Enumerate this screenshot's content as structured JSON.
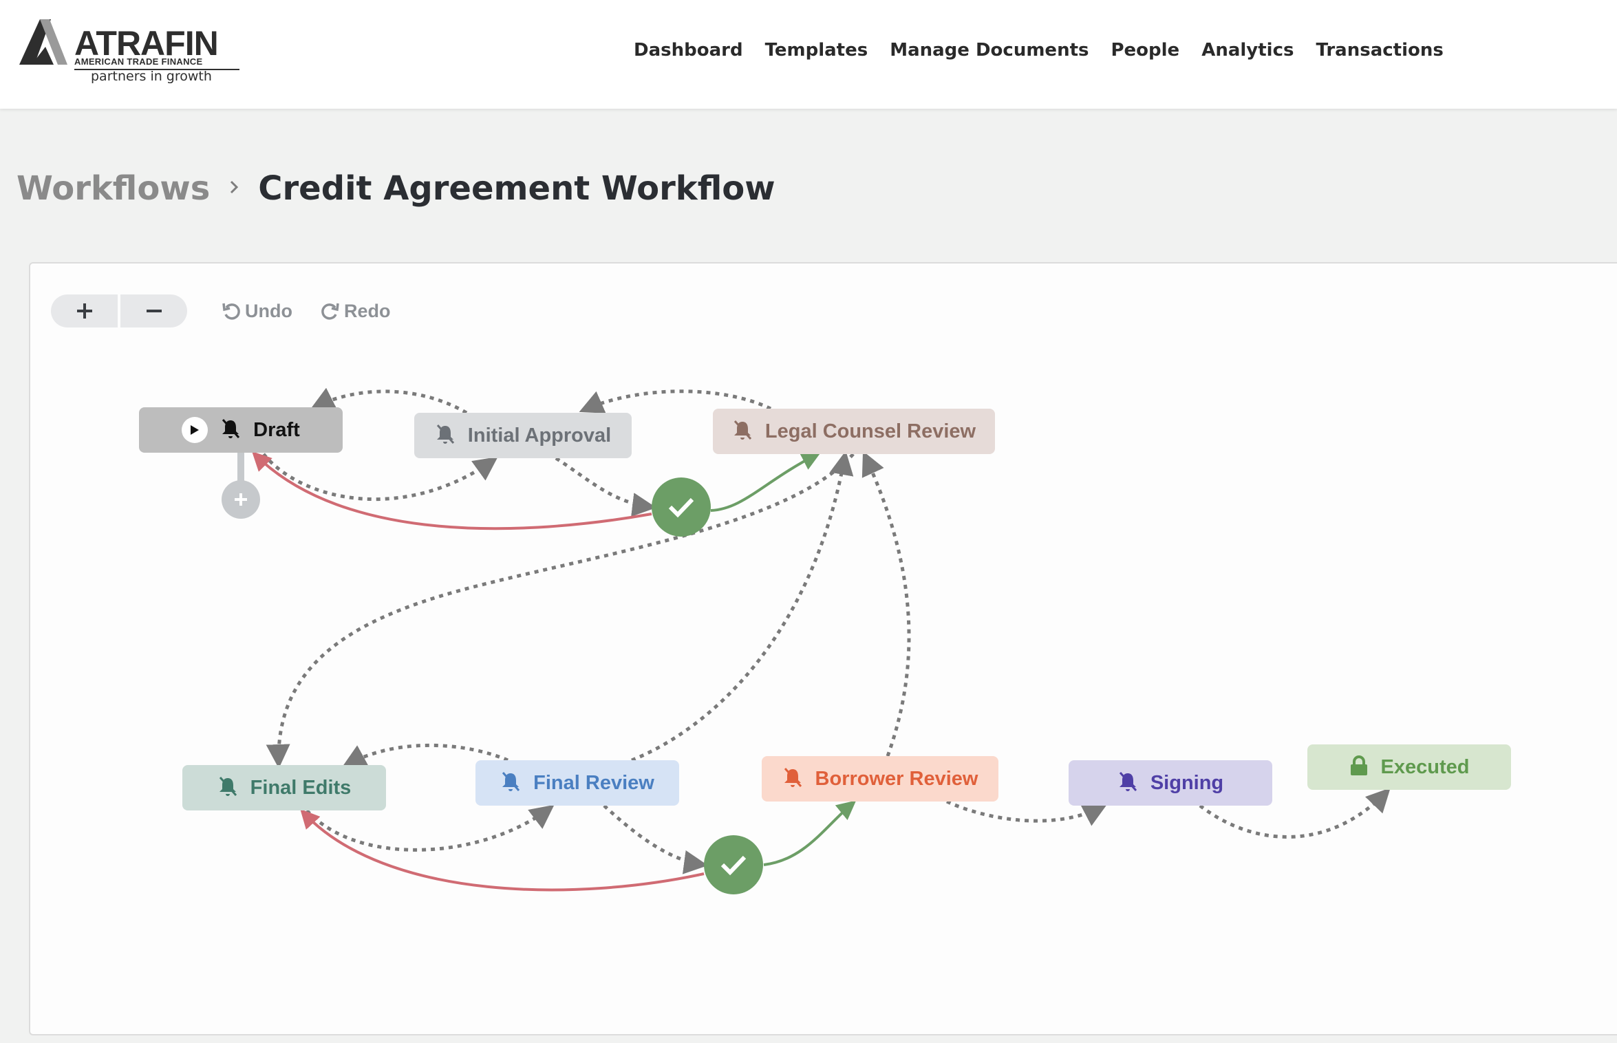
{
  "header": {
    "brand": {
      "name": "ATRAFIN",
      "subtitle": "AMERICAN TRADE FINANCE",
      "tagline": "partners in growth",
      "color": "#2e2e2e",
      "accent": "#9a9a9a"
    },
    "nav": [
      "Dashboard",
      "Templates",
      "Manage Documents",
      "People",
      "Analytics",
      "Transactions"
    ]
  },
  "breadcrumb": {
    "parent": "Workflows",
    "current": "Credit Agreement Workflow"
  },
  "toolbar": {
    "zoom_in_icon": "plus-icon",
    "zoom_out_icon": "minus-icon",
    "undo_label": "Undo",
    "redo_label": "Redo"
  },
  "workflow": {
    "nodes": [
      {
        "id": "draft",
        "label": "Draft",
        "icon": "bell-off-icon",
        "start": true,
        "bg": "#bdbdbd",
        "fg": "#111111"
      },
      {
        "id": "initial-approval",
        "label": "Initial Approval",
        "icon": "bell-off-icon",
        "bg": "#dadcde",
        "fg": "#6c7177"
      },
      {
        "id": "legal-counsel-review",
        "label": "Legal Counsel Review",
        "icon": "bell-off-icon",
        "bg": "#e6dbd8",
        "fg": "#8d6e63"
      },
      {
        "id": "final-edits",
        "label": "Final Edits",
        "icon": "bell-off-icon",
        "bg": "#ccdcd7",
        "fg": "#3f7a6a"
      },
      {
        "id": "final-review",
        "label": "Final Review",
        "icon": "bell-off-icon",
        "bg": "#d6e3f5",
        "fg": "#4a7fc1"
      },
      {
        "id": "borrower-review",
        "label": "Borrower Review",
        "icon": "bell-off-icon",
        "bg": "#fbd9cc",
        "fg": "#e0603a"
      },
      {
        "id": "signing",
        "label": "Signing",
        "icon": "bell-off-icon",
        "bg": "#d6d3ec",
        "fg": "#4f3fa6"
      },
      {
        "id": "executed",
        "label": "Executed",
        "icon": "lock-icon",
        "bg": "#d7e6cf",
        "fg": "#5f9a4e"
      }
    ],
    "decisions": [
      {
        "id": "approval-decision",
        "icon": "check-icon",
        "color": "#6c9e66"
      },
      {
        "id": "review-decision",
        "icon": "check-icon",
        "color": "#6c9e66"
      }
    ],
    "edges": [
      {
        "from": "draft",
        "to": "initial-approval",
        "style": "dashed"
      },
      {
        "from": "initial-approval",
        "to": "draft",
        "style": "dashed"
      },
      {
        "from": "initial-approval",
        "to": "approval-decision",
        "style": "dashed"
      },
      {
        "from": "approval-decision",
        "to": "legal-counsel-review",
        "style": "approve"
      },
      {
        "from": "approval-decision",
        "to": "draft",
        "style": "reject"
      },
      {
        "from": "legal-counsel-review",
        "to": "initial-approval",
        "style": "dashed"
      },
      {
        "from": "legal-counsel-review",
        "to": "final-edits",
        "style": "dashed"
      },
      {
        "from": "final-review",
        "to": "legal-counsel-review",
        "style": "dashed"
      },
      {
        "from": "borrower-review",
        "to": "legal-counsel-review",
        "style": "dashed"
      },
      {
        "from": "final-edits",
        "to": "final-review",
        "style": "dashed"
      },
      {
        "from": "final-review",
        "to": "final-edits",
        "style": "dashed"
      },
      {
        "from": "final-review",
        "to": "review-decision",
        "style": "dashed"
      },
      {
        "from": "review-decision",
        "to": "borrower-review",
        "style": "approve"
      },
      {
        "from": "review-decision",
        "to": "final-edits",
        "style": "reject"
      },
      {
        "from": "borrower-review",
        "to": "signing",
        "style": "dashed"
      },
      {
        "from": "signing",
        "to": "executed",
        "style": "dashed"
      }
    ],
    "colors": {
      "dashed": "#7a7a7a",
      "approve": "#6c9e66",
      "reject": "#d06b73",
      "add_step": "#c6c9cc"
    }
  }
}
